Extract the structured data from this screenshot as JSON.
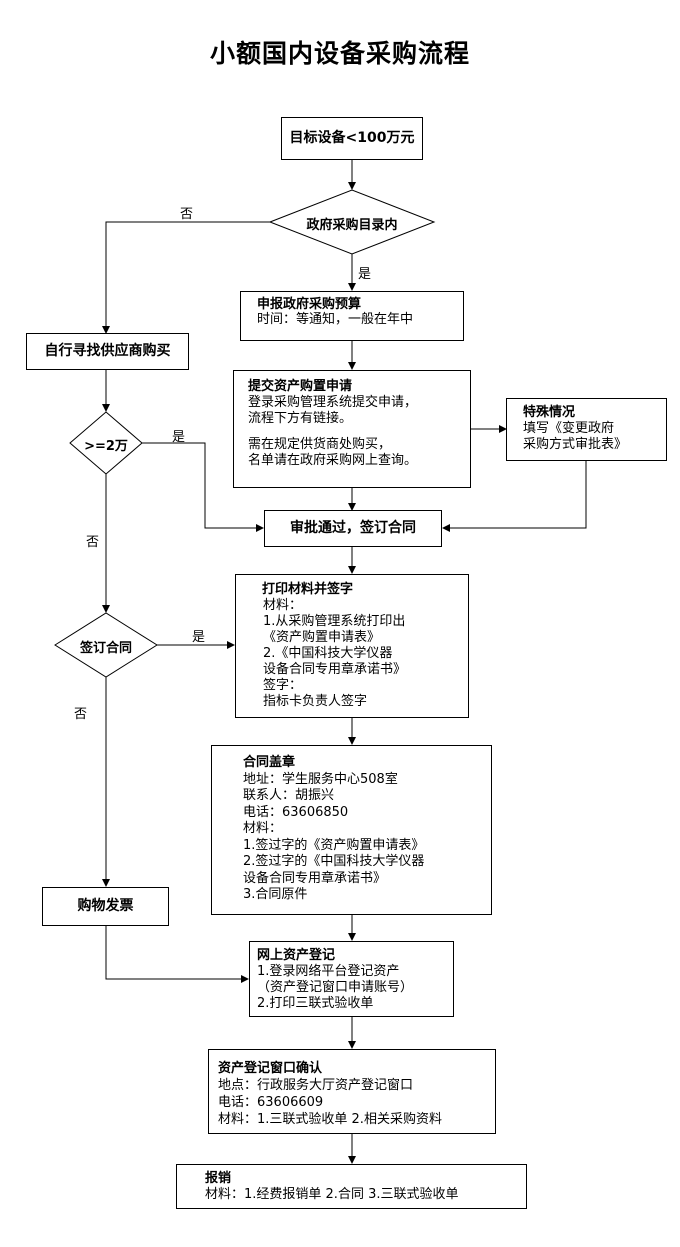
{
  "title": "小额国内设备采购流程",
  "nodes": {
    "target": "目标设备<100万元",
    "gov_catalog": "政府采购目录内",
    "report_budget": {
      "title": "申报政府采购预算",
      "lines": [
        "时间：等通知，一般在年中"
      ]
    },
    "self_buy": "自行寻找供应商购买",
    "submit_request": {
      "title": "提交资产购置申请",
      "lines": [
        "登录采购管理系统提交申请，",
        "流程下方有链接。",
        "",
        "需在规定供货商处购买，",
        "名单请在政府采购网上查询。"
      ]
    },
    "special": {
      "title": "特殊情况",
      "lines": [
        "填写《变更政府",
        "采购方式审批表》"
      ]
    },
    "ge_2w": ">=2万",
    "approve_sign": "审批通过，签订合同",
    "print_sign": {
      "title": "打印材料并签字",
      "lines": [
        "材料：",
        "1.从采购管理系统打印出",
        "《资产购置申请表》",
        "2.《中国科技大学仪器",
        "设备合同专用章承诺书》",
        "签字：",
        "指标卡负责人签字"
      ]
    },
    "contract_q": "签订合同",
    "seal": {
      "title": "合同盖章",
      "lines": [
        "地址：学生服务中心508室",
        "联系人：胡振兴",
        "电话：63606850",
        "材料：",
        "1.签过字的《资产购置申请表》",
        "2.签过字的《中国科技大学仪器",
        "设备合同专用章承诺书》",
        "3.合同原件"
      ]
    },
    "invoice": "购物发票",
    "online_reg": {
      "title": "网上资产登记",
      "lines": [
        "1.登录网络平台登记资产",
        "（资产登记窗口申请账号）",
        "2.打印三联式验收单"
      ]
    },
    "window_confirm": {
      "title": "资产登记窗口确认",
      "lines": [
        "地点：行政服务大厅资产登记窗口",
        "电话：63606609",
        "材料：1.三联式验收单 2.相关采购资料"
      ]
    },
    "reimburse": {
      "title": "报销",
      "lines": [
        "材料：1.经费报销单 2.合同 3.三联式验收单"
      ]
    }
  },
  "labels": {
    "no_catalog": "否",
    "yes_catalog": "是",
    "yes_2w": "是",
    "no_2w": "否",
    "yes_contract": "是",
    "no_contract": "否"
  }
}
